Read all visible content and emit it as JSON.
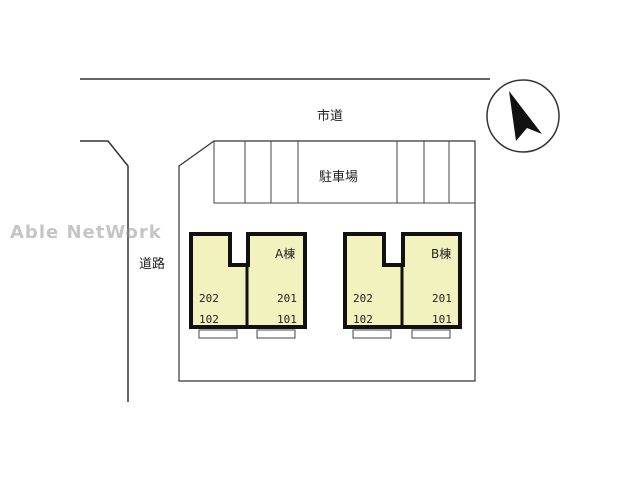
{
  "labels": {
    "city_road": "市道",
    "side_road": "道路",
    "parking": "駐車場"
  },
  "buildings": [
    {
      "name": "A棟",
      "units": [
        "202",
        "201",
        "102",
        "101"
      ]
    },
    {
      "name": "B棟",
      "units": [
        "202",
        "201",
        "102",
        "101"
      ]
    }
  ],
  "watermark": "Able NetWork",
  "compass": {
    "icon": "north-arrow-icon"
  },
  "colors": {
    "building_fill": "#f2f2bf",
    "line": "#333333"
  }
}
